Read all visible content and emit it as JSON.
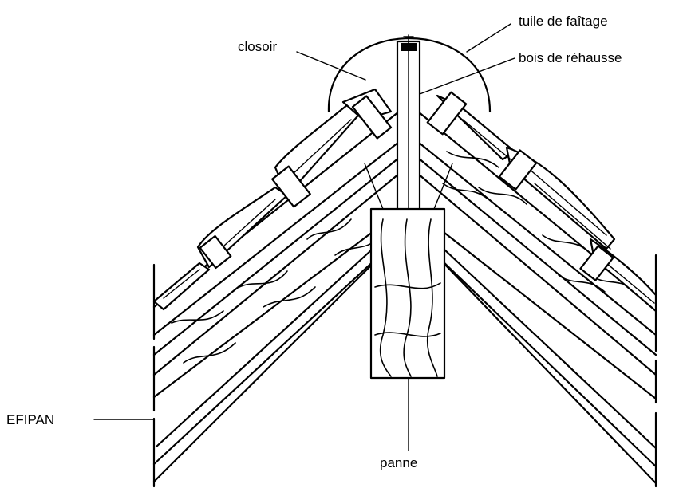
{
  "labels": {
    "tuile_de_faitage": "tuile de faîtage",
    "closoir": "closoir",
    "bois_de_rehausse": "bois de réhausse",
    "efipan": "EFIPAN",
    "panne": "panne"
  },
  "colors": {
    "ink": "#000000",
    "paper": "#ffffff"
  }
}
